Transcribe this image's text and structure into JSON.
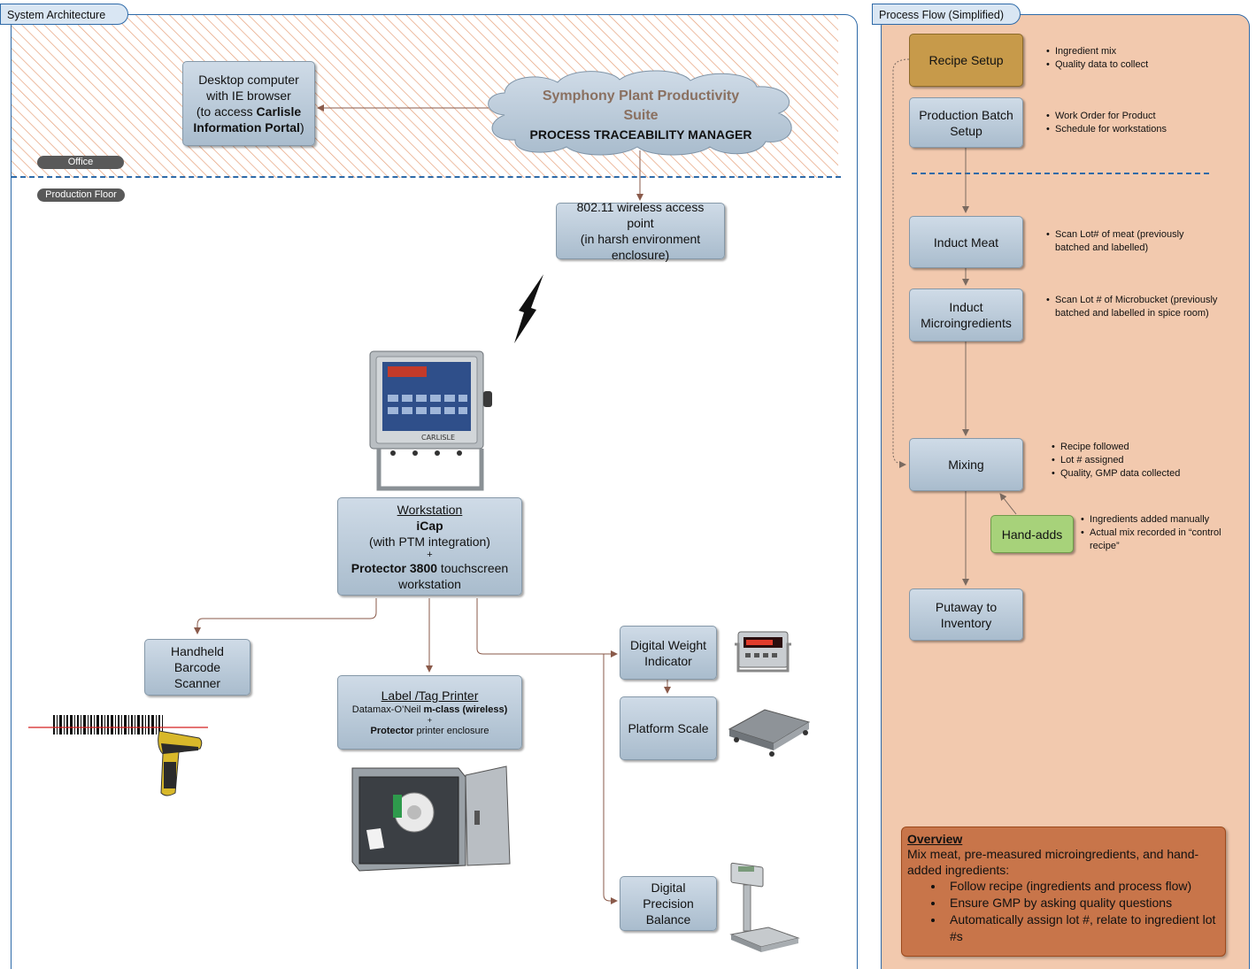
{
  "system_panel": {
    "tab_label": "System Architecture",
    "office_label": "Office",
    "floor_label": "Production Floor",
    "hatch_color": "#e6a07a",
    "divider_color": "#2e6aa8"
  },
  "desktop": {
    "line1": "Desktop computer",
    "line2": "with IE browser",
    "line3a": "(to access ",
    "line3b": "Carlisle",
    "line4a": "Information Portal",
    "line4b": ")"
  },
  "symphony": {
    "line1": "Symphony Plant Productivity",
    "line2": "Suite",
    "line3": "PROCESS TRACEABILITY MANAGER"
  },
  "access_point": {
    "line1": "802.11 wireless access point",
    "line2": "(in harsh environment",
    "line3": "enclosure)"
  },
  "workstation": {
    "title": "Workstation",
    "product": "iCap",
    "integration": "(with PTM integration)",
    "plus": "+",
    "model_bold": "Protector 3800",
    "model_rest": " touchscreen",
    "last": "workstation",
    "image_brand": "CARLISLE"
  },
  "scanner": {
    "line1": "Handheld",
    "line2": "Barcode Scanner"
  },
  "printer": {
    "title": "Label /Tag Printer",
    "line2a": "Datamax-O’Neil ",
    "line2b": "m-class (wireless)",
    "plus": "+",
    "line3a": "Protector",
    "line3b": " printer enclosure"
  },
  "weight_indicator": {
    "line1": "Digital Weight",
    "line2": "Indicator"
  },
  "platform_scale": {
    "label": "Platform Scale"
  },
  "precision_balance": {
    "line1": "Digital",
    "line2": "Precision",
    "line3": "Balance"
  },
  "process_panel": {
    "tab_label": "Process Flow (Simplified)",
    "background": "#f2c9ae"
  },
  "steps": {
    "recipe_setup": {
      "label": "Recipe Setup",
      "color": "#c79a4a",
      "notes": [
        "Ingredient mix",
        "Quality data to collect"
      ]
    },
    "batch_setup": {
      "line1": "Production Batch",
      "line2": "Setup",
      "notes": [
        "Work Order for Product",
        "Schedule for workstations"
      ]
    },
    "induct_meat": {
      "label": "Induct Meat",
      "notes": [
        "Scan Lot# of meat (previously batched and labelled)"
      ]
    },
    "induct_micro": {
      "line1": "Induct",
      "line2": "Microingredients",
      "notes": [
        "Scan Lot # of Microbucket (previously batched and labelled in spice room)"
      ]
    },
    "mixing": {
      "label": "Mixing",
      "notes": [
        "Recipe followed",
        "Lot # assigned",
        "Quality, GMP data collected"
      ]
    },
    "hand_adds": {
      "label": "Hand-adds",
      "color": "#a7d27a",
      "notes": [
        "Ingredients added manually",
        "Actual mix recorded in “control recipe”"
      ]
    },
    "putaway": {
      "line1": "Putaway to",
      "line2": "Inventory"
    }
  },
  "overview": {
    "heading": "Overview",
    "intro": "Mix meat, pre-measured microingredients, and hand-added ingredients:",
    "items": [
      "Follow recipe (ingredients and process flow)",
      "Ensure GMP by asking quality questions",
      "Automatically assign lot #, relate to ingredient lot #s"
    ]
  }
}
